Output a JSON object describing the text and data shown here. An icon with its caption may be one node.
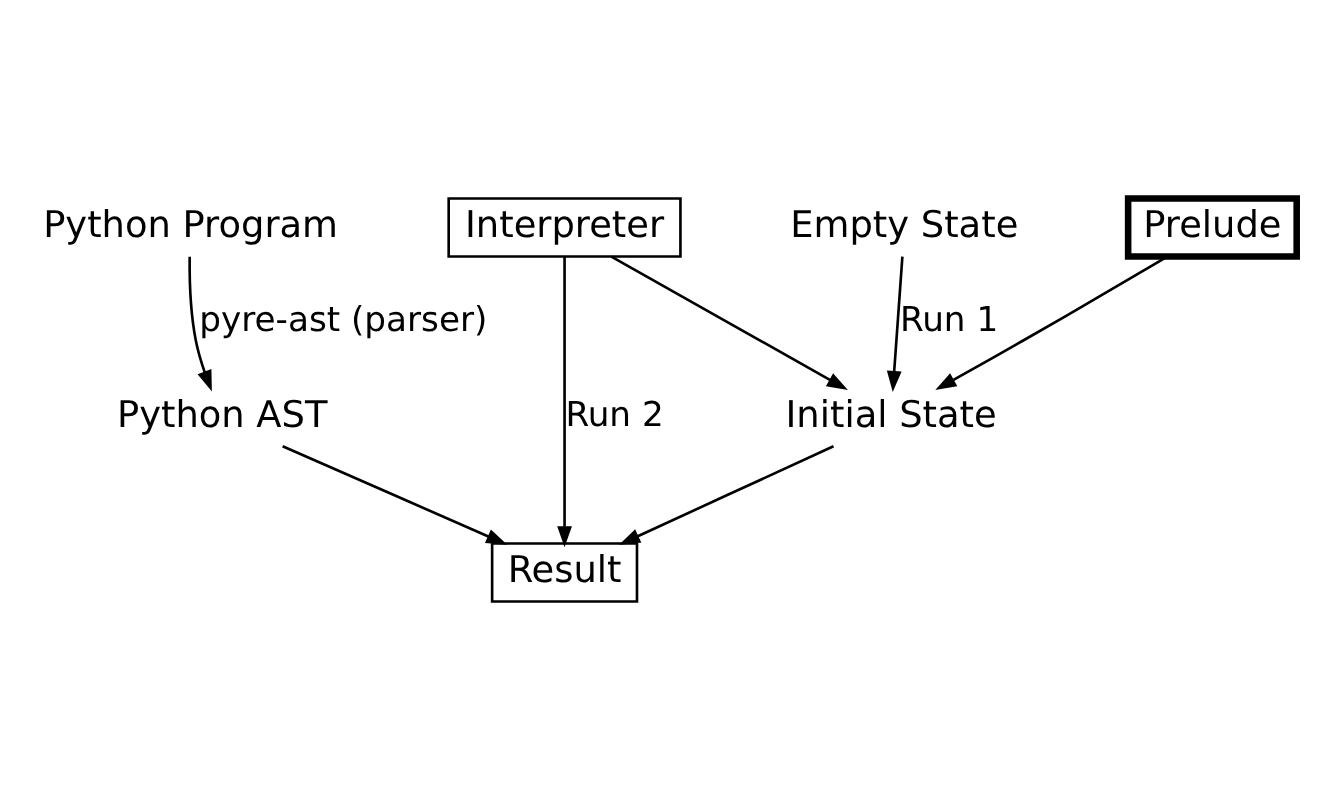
{
  "diagram": {
    "nodes": [
      {
        "text": [
          "Python Program"
        ]
      },
      {
        "text": [
          "Python AST"
        ]
      },
      {
        "text": [
          "Interpreter"
        ]
      },
      {
        "text": [
          "Result"
        ]
      },
      {
        "text": [
          "Empty State"
        ]
      },
      {
        "text": [
          "Initial State"
        ]
      },
      {
        "text": [
          "Prelude"
        ]
      }
    ],
    "edges": [
      {
        "from": 0,
        "to": 1,
        "arrow": "to",
        "label": "pyre-ast (parser)"
      },
      {
        "from": 2,
        "to": 3,
        "arrow": "to",
        "label": "Run 2"
      },
      {
        "from": 1,
        "to": 3,
        "arrow": "to"
      },
      {
        "from": 5,
        "to": 3,
        "arrow": "to"
      },
      {
        "from": 4,
        "to": 5,
        "arrow": "to",
        "label": "Run 1"
      },
      {
        "from": 2,
        "to": 5,
        "arrow": "to"
      },
      {
        "from": 6,
        "to": 5,
        "arrow": "to"
      }
    ]
  }
}
